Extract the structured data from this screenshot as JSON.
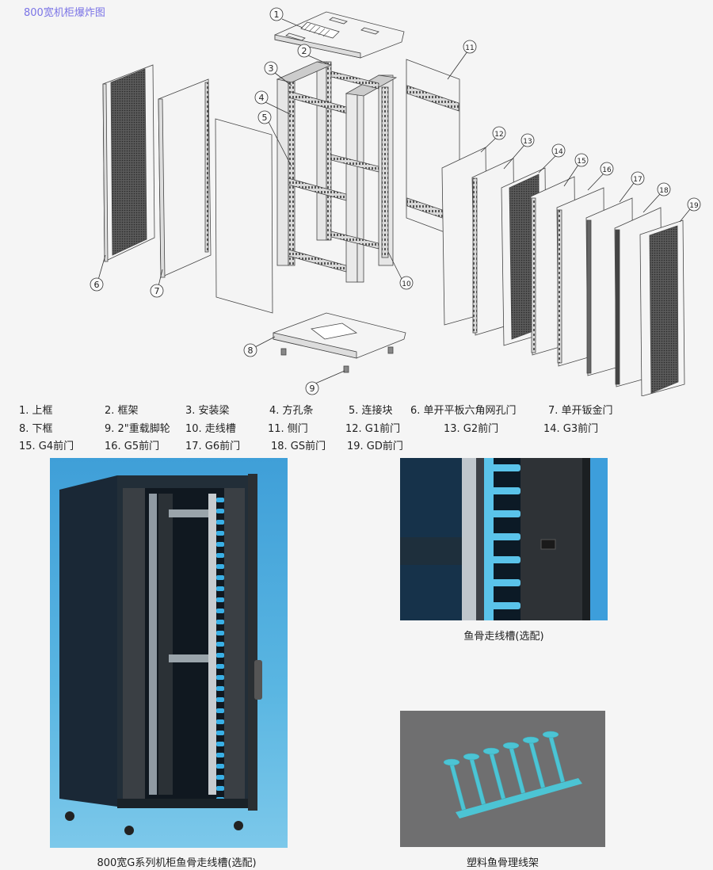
{
  "title": "800宽机柜爆炸图",
  "callouts": [
    "1",
    "2",
    "3",
    "4",
    "5",
    "6",
    "7",
    "8",
    "9",
    "10",
    "11",
    "12",
    "13",
    "14",
    "15",
    "16",
    "17",
    "18",
    "19"
  ],
  "legend": [
    {
      "label": "1. 上框"
    },
    {
      "label": "2. 框架"
    },
    {
      "label": "3. 安装梁"
    },
    {
      "label": "4. 方孔条"
    },
    {
      "label": "5. 连接块"
    },
    {
      "label": "6. 单开平板六角网孔门"
    },
    {
      "label": "7. 单开钣金门"
    },
    {
      "label": "8. 下框"
    },
    {
      "label": "9. 2\"重载脚轮"
    },
    {
      "label": "10. 走线槽"
    },
    {
      "label": "11. 侧门"
    },
    {
      "label": "12. G1前门"
    },
    {
      "label": "13. G2前门"
    },
    {
      "label": "14. G3前门"
    },
    {
      "label": "15. G4前门"
    },
    {
      "label": "16. G5前门"
    },
    {
      "label": "17. G6前门"
    },
    {
      "label": "18. GS前门"
    },
    {
      "label": "19. GD前门"
    }
  ],
  "photos": {
    "cabinet": {
      "caption": "800宽G系列机柜鱼骨走线槽(选配)"
    },
    "fishbone_closeup": {
      "caption": "鱼骨走线槽(选配)"
    },
    "plastic_rack": {
      "caption": "塑料鱼骨理线架"
    }
  },
  "colors": {
    "title": "#7b74e6",
    "background": "#f5f5f5",
    "photo_blue": "#4aa8dc",
    "fishbone_cyan": "#4cc4d4",
    "gray_bg": "#6f6f70",
    "cabinet_dark": "#1d2a36"
  }
}
